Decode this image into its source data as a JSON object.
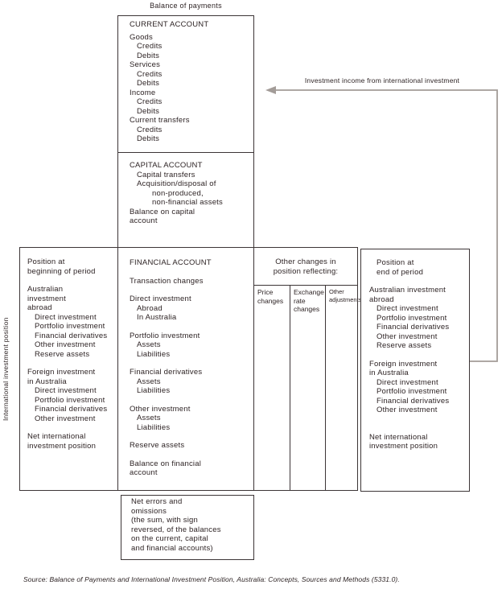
{
  "title": "Balance of payments",
  "arrow_label": "Investment income from international investment",
  "side_label": "International investment position",
  "source": "Source: Balance of Payments and International Investment Position, Australia: Concepts, Sources and Methods (5331.0).",
  "colors": {
    "ink": "#2e2425",
    "box_line": "#3c3536",
    "arrow": "#a39c98"
  },
  "boxes": {
    "current_account": {
      "lines": [
        {
          "t": "CURRENT ACCOUNT"
        },
        {
          "t": "Goods",
          "sg": 1
        },
        {
          "t": "Credits",
          "i": 1
        },
        {
          "t": "Debits",
          "i": 1
        },
        {
          "t": "Services"
        },
        {
          "t": "Credits",
          "i": 1
        },
        {
          "t": "Debits",
          "i": 1
        },
        {
          "t": "Income"
        },
        {
          "t": "Credits",
          "i": 1
        },
        {
          "t": "Debits",
          "i": 1
        },
        {
          "t": "Current transfers"
        },
        {
          "t": "Credits",
          "i": 1
        },
        {
          "t": "Debits",
          "i": 1
        }
      ]
    },
    "capital_account": {
      "lines": [
        {
          "t": "CAPITAL ACCOUNT"
        },
        {
          "t": "Capital transfers",
          "i": 1
        },
        {
          "t": "Acquisition/disposal of",
          "i": 1
        },
        {
          "t": "non-produced,",
          "i": 2
        },
        {
          "t": "non-financial assets",
          "i": 2
        },
        {
          "t": "Balance on capital"
        },
        {
          "t": "account"
        }
      ]
    },
    "financial_account": {
      "lines": [
        {
          "t": "FINANCIAL ACCOUNT"
        },
        {
          "t": "Transaction changes",
          "g": 1
        },
        {
          "t": "Direct investment",
          "g": 1
        },
        {
          "t": "Abroad",
          "i": 1
        },
        {
          "t": "In Australia",
          "i": 1
        },
        {
          "t": "Portfolio investment",
          "g": 1
        },
        {
          "t": "Assets",
          "i": 1
        },
        {
          "t": "Liabilities",
          "i": 1
        },
        {
          "t": "Financial derivatives",
          "g": 1
        },
        {
          "t": "Assets",
          "i": 1
        },
        {
          "t": "Liabilities",
          "i": 1
        },
        {
          "t": "Other investment",
          "g": 1
        },
        {
          "t": "Assets",
          "i": 1
        },
        {
          "t": "Liabilities",
          "i": 1
        },
        {
          "t": "Reserve assets",
          "g": 1
        },
        {
          "t": "Balance on financial",
          "g": 1
        },
        {
          "t": "account"
        }
      ]
    },
    "position_beginning": {
      "lines": [
        {
          "t": "Position at"
        },
        {
          "t": "beginning of period"
        },
        {
          "t": "Australian",
          "g": 1
        },
        {
          "t": "investment"
        },
        {
          "t": "abroad"
        },
        {
          "t": "Direct investment",
          "i": 1
        },
        {
          "t": "Portfolio investment",
          "i": 1
        },
        {
          "t": "Financial derivatives",
          "i": 1
        },
        {
          "t": "Other investment",
          "i": 1
        },
        {
          "t": "Reserve assets",
          "i": 1
        },
        {
          "t": "Foreign investment",
          "g": 1
        },
        {
          "t": "in Australia"
        },
        {
          "t": "Direct investment",
          "i": 1
        },
        {
          "t": "Portfolio investment",
          "i": 1
        },
        {
          "t": "Financial derivatives",
          "i": 1
        },
        {
          "t": "Other investment",
          "i": 1
        },
        {
          "t": "Net international",
          "g": 1
        },
        {
          "t": "investment position"
        }
      ]
    },
    "position_end": {
      "lines": [
        {
          "t": "Position at",
          "i": 1
        },
        {
          "t": "end of period",
          "i": 1
        },
        {
          "t": "Australian investment",
          "g": 1
        },
        {
          "t": "abroad"
        },
        {
          "t": "Direct investment",
          "i": 1
        },
        {
          "t": "Portfolio investment",
          "i": 1
        },
        {
          "t": "Financial derivatives",
          "i": 1
        },
        {
          "t": "Other investment",
          "i": 1
        },
        {
          "t": "Reserve assets",
          "i": 1
        },
        {
          "t": "Foreign investment",
          "g": 1
        },
        {
          "t": "in Australia"
        },
        {
          "t": "Direct investment",
          "i": 1
        },
        {
          "t": "Portfolio investment",
          "i": 1
        },
        {
          "t": "Financial derivatives",
          "i": 1
        },
        {
          "t": "Other investment",
          "i": 1
        },
        {
          "t": "Net international",
          "g": 2
        },
        {
          "t": "investment position"
        }
      ]
    },
    "net_errors": {
      "lines": [
        {
          "t": "Net errors and"
        },
        {
          "t": "omissions"
        },
        {
          "t": "(the sum, with sign"
        },
        {
          "t": "reversed, of the balances"
        },
        {
          "t": "on the current, capital"
        },
        {
          "t": "and financial accounts)"
        }
      ]
    }
  },
  "other_changes": {
    "header_line1": "Other changes in",
    "header_line2": "position reflecting:",
    "columns": [
      "Price changes",
      "Exchange rate changes",
      "Other adjustments"
    ]
  }
}
